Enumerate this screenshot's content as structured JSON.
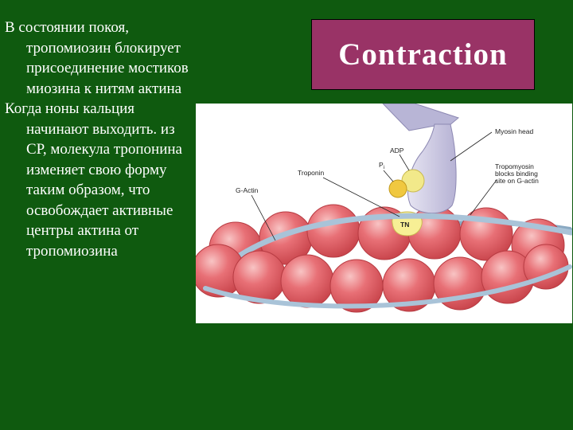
{
  "slide": {
    "title": "Contraction",
    "paragraphs": [
      "В состоянии покоя, тропомиозин блокирует присоединение мостиков миозина к нитям актина",
      "Когда ноны кальция начинают выходить. из СР, молекула тропонина изменяет свою форму таким образом, что освобождает активные центры актина от тропомиозина"
    ]
  },
  "figure": {
    "labels": {
      "myosin_head": "Myosin head",
      "adp": "ADP",
      "pi": "P",
      "pi_sub": "i",
      "troponin": "Troponin",
      "g_actin": "G-Actin",
      "tropomyosin_line1": "Tropomyosin",
      "tropomyosin_line2": "blocks binding",
      "tropomyosin_line3": "site on G-actin",
      "tn": "TN"
    },
    "colors": {
      "background": "#0f5a0f",
      "title_box": "#993366",
      "actin": "#e05a60",
      "tropomyosin": "#a9c3d8",
      "myosin": "#c9c6e0",
      "adp": "#f2e98a",
      "pi": "#f0c840",
      "troponin": "#f7ef95"
    }
  }
}
